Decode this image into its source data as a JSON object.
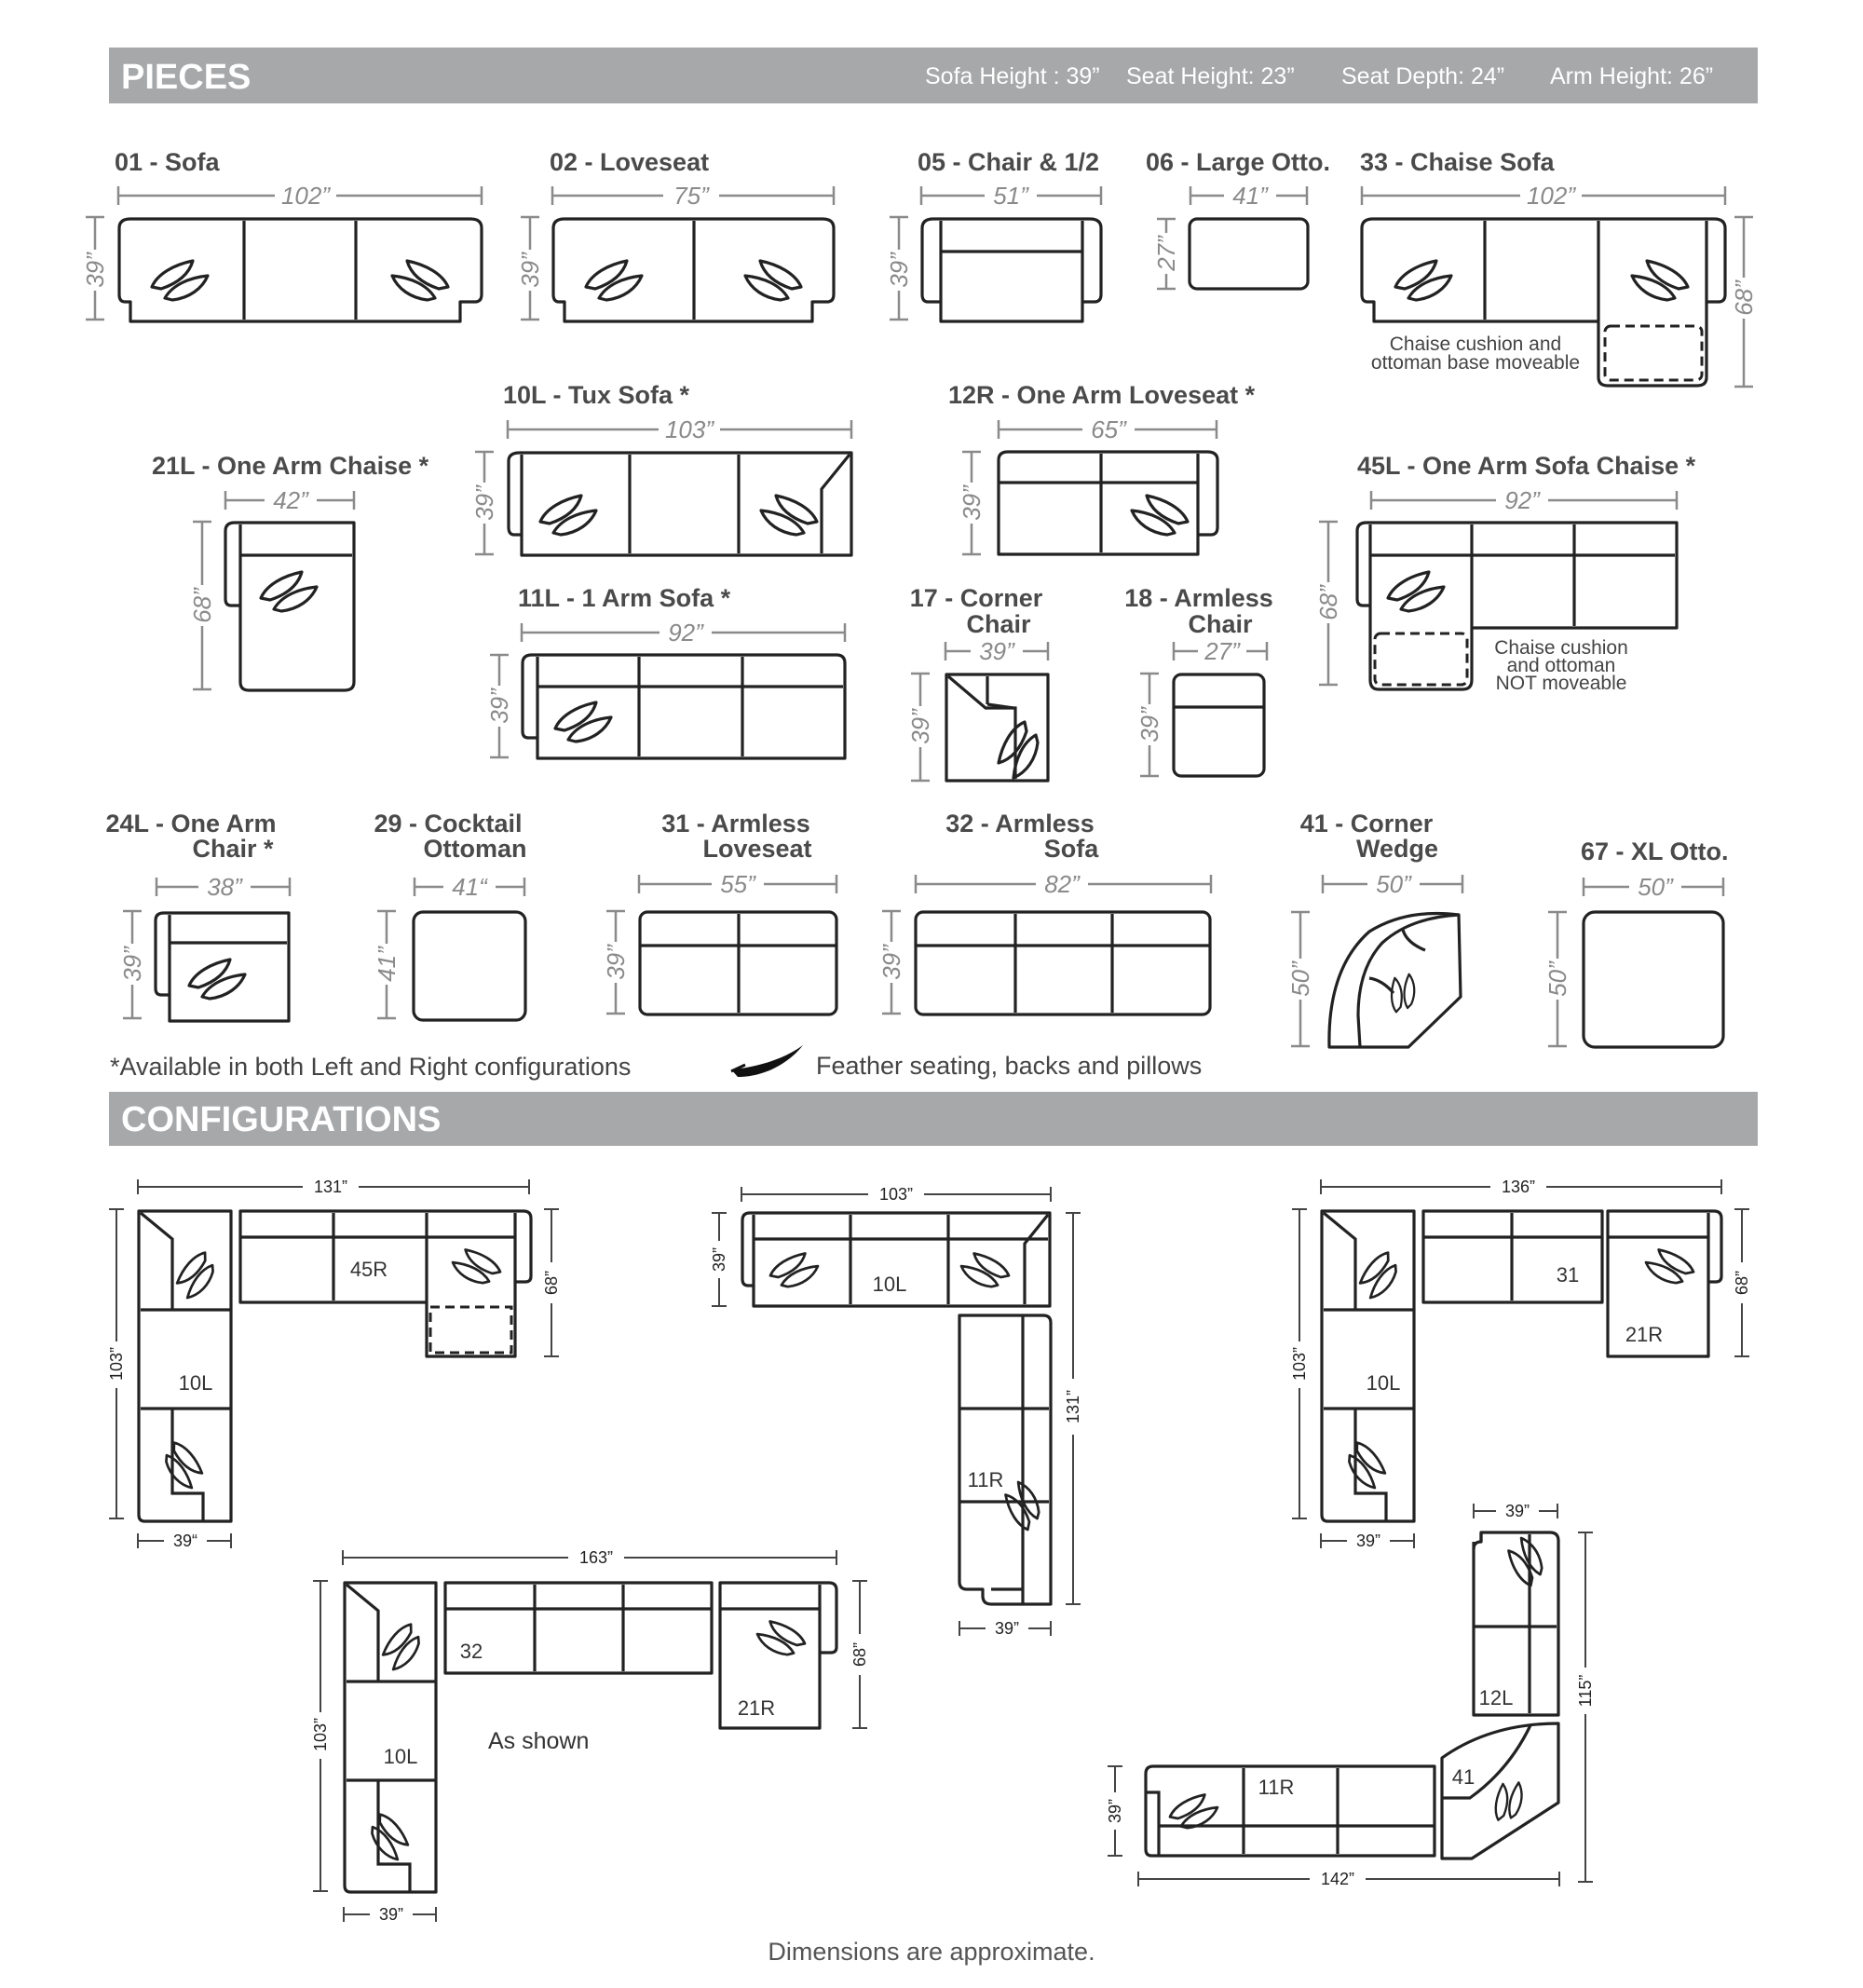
{
  "sections": {
    "pieces_title": "PIECES",
    "configurations_title": "CONFIGURATIONS"
  },
  "specs": [
    "Sofa Height : 39”",
    "Seat Height: 23”",
    "Seat Depth: 24”",
    "Arm Height: 26”"
  ],
  "pieces": [
    {
      "label": "01 - Sofa",
      "w": "102”",
      "h": "39”"
    },
    {
      "label": "02 - Loveseat",
      "w": "75”",
      "h": "39”"
    },
    {
      "label": "05 - Chair & 1/2",
      "w": "51”",
      "h": "39”"
    },
    {
      "label": "06 - Large Otto.",
      "w": "41”",
      "h": "27”"
    },
    {
      "label": "33 - Chaise Sofa",
      "w": "102”",
      "h": "68”"
    },
    {
      "label": "10L - Tux Sofa *",
      "w": "103”",
      "h": "39”"
    },
    {
      "label": "12R - One Arm Loveseat *",
      "w": "65”",
      "h": "39”"
    },
    {
      "label": "21L - One Arm Chaise *",
      "w": "42”",
      "h": "68”"
    },
    {
      "label": "45L - One Arm Sofa Chaise *",
      "w": "92”",
      "h": "68”"
    },
    {
      "label": "11L - 1 Arm Sofa *",
      "w": "92”",
      "h": "39”"
    },
    {
      "label_lines": [
        "17 - Corner",
        "Chair"
      ],
      "w": "39”",
      "h": "39”"
    },
    {
      "label_lines": [
        "18 - Armless",
        "Chair"
      ],
      "w": "27”",
      "h": "39”"
    },
    {
      "label_lines": [
        "24L - One Arm",
        "Chair *"
      ],
      "w": "38”",
      "h": "39”"
    },
    {
      "label_lines": [
        "29 - Cocktail",
        "Ottoman"
      ],
      "w": "41“",
      "h": "41”"
    },
    {
      "label_lines": [
        "31 - Armless",
        "Loveseat"
      ],
      "w": "55”",
      "h": "39”"
    },
    {
      "label_lines": [
        "32 - Armless",
        "Sofa"
      ],
      "w": "82”",
      "h": "39”"
    },
    {
      "label_lines": [
        "41 - Corner",
        "Wedge"
      ],
      "w": "50”",
      "h": "50”"
    },
    {
      "label": "67 - XL Otto.",
      "w": "50”",
      "h": "50”"
    }
  ],
  "notes": {
    "chaise33": [
      "Chaise cushion and",
      "ottoman base moveable"
    ],
    "chaise45": [
      "Chaise cushion",
      "and ottoman",
      "NOT moveable"
    ],
    "available": "*Available in both Left and Right configurations",
    "feather": "Feather seating, backs and pillows",
    "approx": "Dimensions are approximate."
  },
  "configurations": [
    {
      "width": "131”",
      "height": "103”",
      "depth_right": "68”",
      "bottom": "39“",
      "codes": [
        "45R",
        "10L"
      ]
    },
    {
      "width": "103”",
      "height": "39”",
      "depth_right": "131”",
      "bottom": "39”",
      "codes": [
        "10L",
        "11R"
      ]
    },
    {
      "width": "136”",
      "height": "103”",
      "depth_right": "68”",
      "bottom": "39”",
      "codes": [
        "31",
        "21R",
        "10L"
      ]
    },
    {
      "width": "163”",
      "height": "103”",
      "depth_right": "68”",
      "bottom": "39”",
      "codes": [
        "32",
        "21R",
        "10L"
      ],
      "caption": "As shown"
    },
    {
      "top": "39”",
      "width": "142”",
      "height": "39”",
      "depth_right": "115”",
      "codes": [
        "12L",
        "41",
        "11R"
      ]
    }
  ],
  "colors": {
    "band": "#a7a8aa",
    "outline": "#222222",
    "dimension": "#8a8a8a"
  }
}
